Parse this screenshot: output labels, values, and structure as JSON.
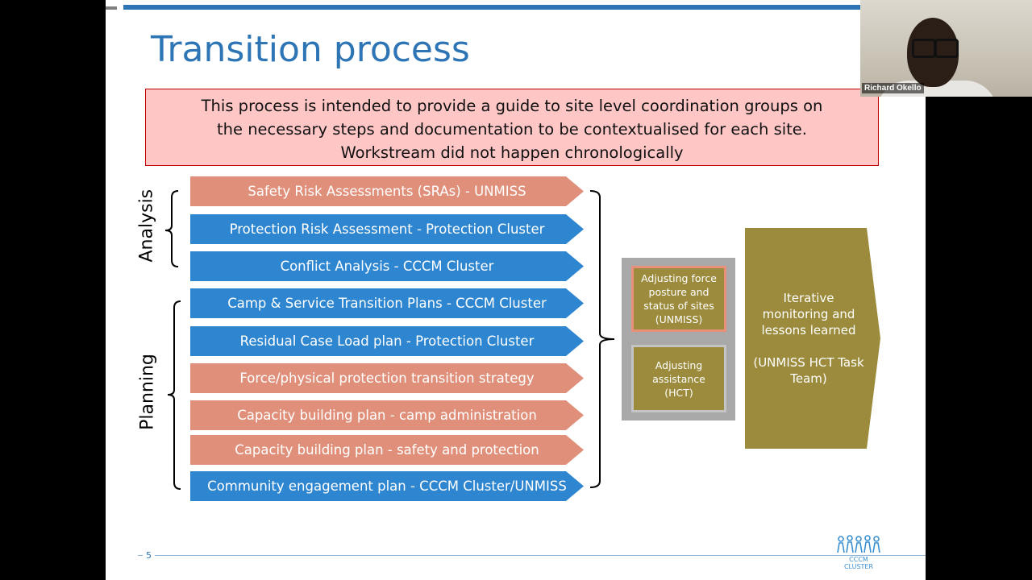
{
  "slide": {
    "title": "Transition process",
    "intro_lines": [
      "This process is intended to provide a guide to site level coordination groups on",
      "the necessary steps and documentation to be contextualised for each site.",
      "Workstream did not happen chronologically"
    ],
    "group_labels": {
      "analysis": "Analysis",
      "planning": "Planning"
    },
    "steps": [
      {
        "label": "Safety Risk Assessments (SRAs) - UNMISS",
        "color": "salmon"
      },
      {
        "label": "Protection Risk Assessment - Protection Cluster",
        "color": "blue"
      },
      {
        "label": "Conflict Analysis - CCCM Cluster",
        "color": "blue"
      },
      {
        "label": "Camp & Service Transition Plans - CCCM Cluster",
        "color": "blue"
      },
      {
        "label": "Residual Case Load plan - Protection Cluster",
        "color": "blue"
      },
      {
        "label": "Force/physical protection transition strategy",
        "color": "salmon"
      },
      {
        "label": "Capacity building plan - camp administration",
        "color": "salmon"
      },
      {
        "label": "Capacity building plan - safety and protection",
        "color": "salmon"
      },
      {
        "label": "Community engagement plan - CCCM Cluster/UNMISS",
        "color": "blue"
      }
    ],
    "adjust_force": [
      "Adjusting force",
      "posture and",
      "status of sites",
      "(UNMISS)"
    ],
    "adjust_assist": [
      "Adjusting",
      "assistance",
      "(HCT)"
    ],
    "iterative": [
      "Iterative",
      "monitoring and",
      "lessons learned",
      "",
      "(UNMISS HCT Task",
      "Team)"
    ],
    "page_number": "5",
    "logo_text": "CCCM CLUSTER"
  },
  "webcam": {
    "participant_name": "Richard Okello"
  },
  "colors": {
    "accent_blue": "#2e75b6",
    "step_blue": "#2e86d0",
    "step_salmon": "#e0907a",
    "olive": "#9c8b3c",
    "intro_fill": "#ffc6c6"
  }
}
